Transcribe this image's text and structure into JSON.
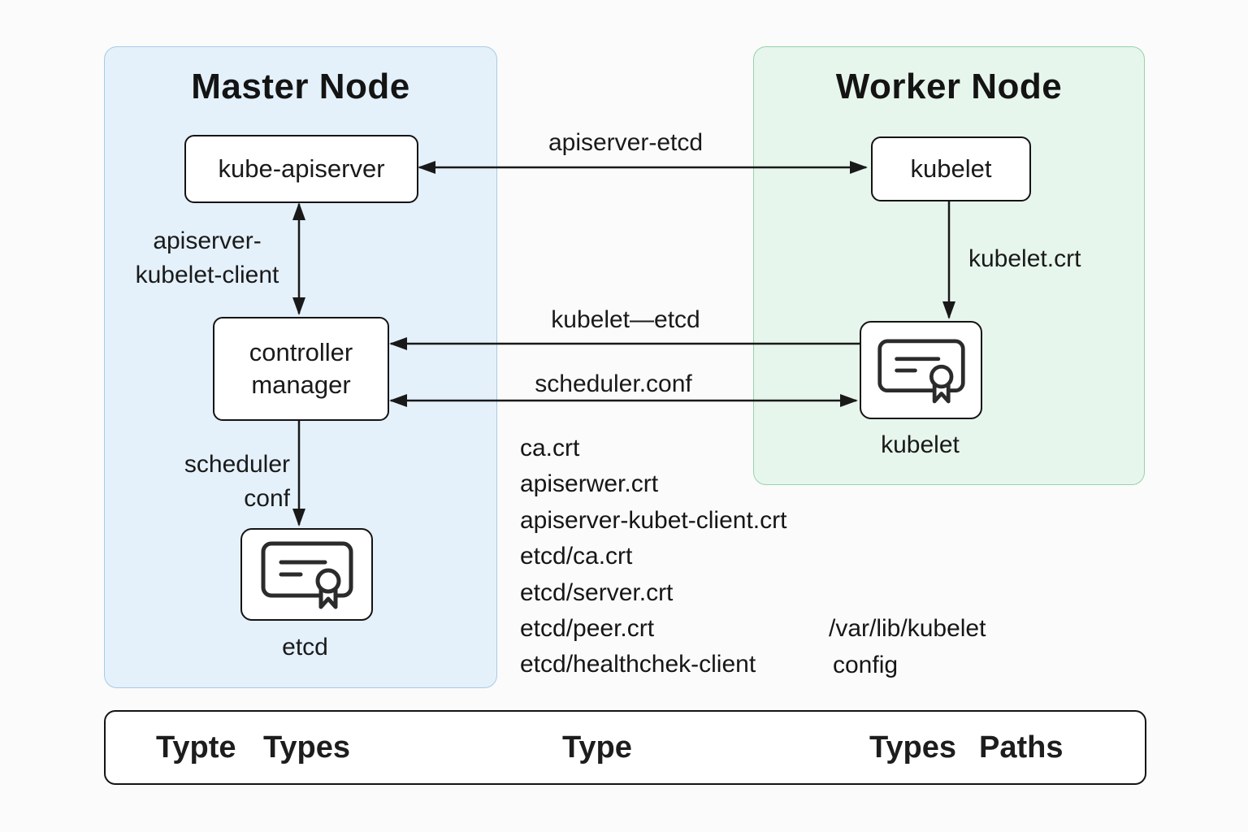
{
  "master": {
    "title": "Master Node",
    "kube_apiserver_label": "kube-apiserver",
    "controller_manager_line1": "controller",
    "controller_manager_line2": "manager",
    "etcd_cert_caption": "etcd"
  },
  "worker": {
    "title": "Worker Node",
    "kubelet_box_label": "kubelet",
    "kubelet_cert_caption": "kubelet"
  },
  "edges": {
    "apiserver_etcd": "apiserver-etcd",
    "apiserver_kubelet_client_line1": "apiserver-",
    "apiserver_kubelet_client_line2": "kubelet-client",
    "kubelet_etcd": "kubelet—etcd",
    "scheduler_conf_horizontal": "scheduler.conf",
    "scheduler_conf_line1": "scheduler",
    "scheduler_conf_line2": "conf",
    "kubelet_crt": "kubelet.crt"
  },
  "certificates": {
    "items": [
      "ca.crt",
      "apiserwer.crt",
      "apiserver-kubet-client.crt",
      "etcd/ca.crt",
      "etcd/server.crt",
      "etcd/peer.crt",
      "etcd/healthchek-client"
    ]
  },
  "paths": {
    "kubelet_path": "/var/lib/kubelet",
    "config_label": "config"
  },
  "legend": {
    "word1": "Typte",
    "word2": "Types",
    "word3": "Type",
    "word4": "Types",
    "word5": "Paths"
  },
  "colors": {
    "master_panel_bg": "#e4f1fb",
    "master_panel_border": "#a9c9e6",
    "worker_panel_bg": "#e7f6ec",
    "worker_panel_border": "#95d3aa",
    "ink": "#1a1a1a",
    "page_bg": "#fbfbfb"
  }
}
